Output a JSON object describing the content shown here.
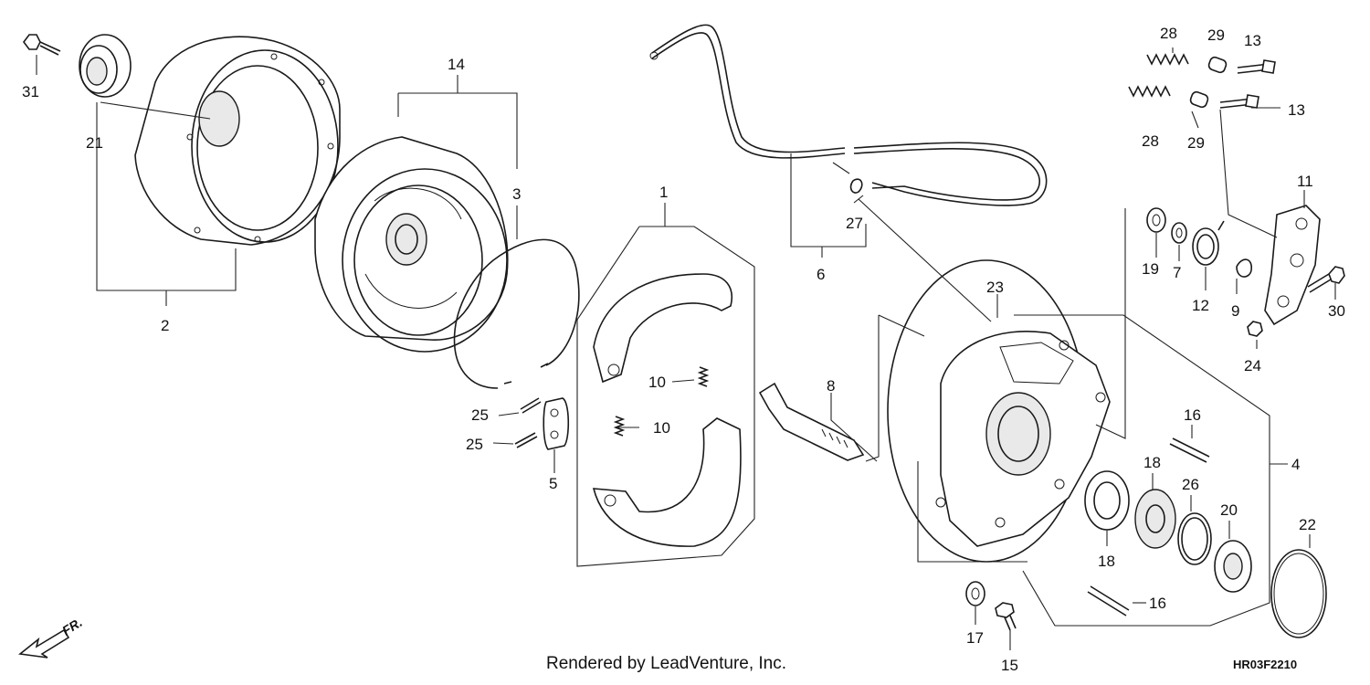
{
  "diagram": {
    "credit": "Rendered by LeadVenture, Inc.",
    "code": "HR03F2210",
    "direction_marker": "FR.",
    "callouts": [
      "31",
      "21",
      "2",
      "14",
      "3",
      "1",
      "25",
      "25",
      "5",
      "10",
      "10",
      "8",
      "6",
      "27",
      "23",
      "28",
      "29",
      "13",
      "13",
      "28",
      "29",
      "11",
      "19",
      "7",
      "12",
      "9",
      "30",
      "24",
      "16",
      "18",
      "26",
      "20",
      "18",
      "16",
      "17",
      "15",
      "4",
      "22"
    ]
  }
}
